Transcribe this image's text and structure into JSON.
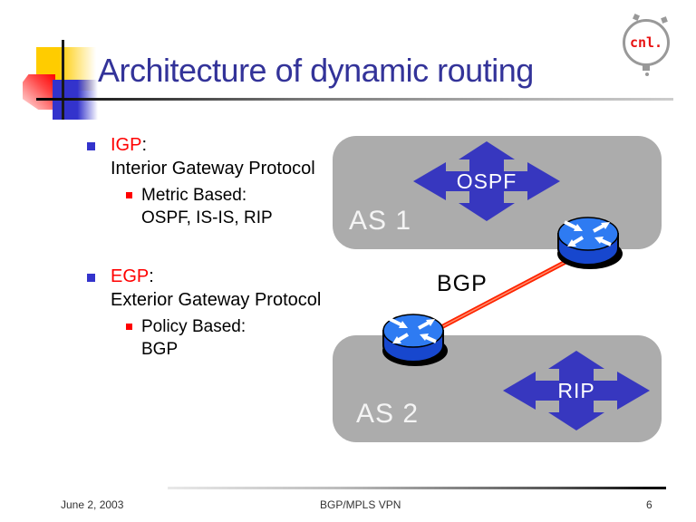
{
  "header": {
    "title": "Architecture of dynamic routing"
  },
  "logo": {
    "text": "cnl."
  },
  "bullets": [
    {
      "term": "IGP",
      "colon": ":",
      "definition": "Interior Gateway Protocol",
      "sub_label": "Metric Based:",
      "sub_detail": "OSPF, IS-IS, RIP"
    },
    {
      "term": "EGP",
      "colon": ":",
      "definition": "Exterior Gateway Protocol",
      "sub_label": "Policy Based:",
      "sub_detail": "BGP"
    }
  ],
  "diagram": {
    "as1_label": "AS 1",
    "as1_protocol": "OSPF",
    "as2_label": "AS 2",
    "as2_protocol": "RIP",
    "link_label": "BGP",
    "colors": {
      "box_gray": "#ACACAC",
      "arrow_blue": "#3737BF",
      "link_red": "#FF2400",
      "router_blue": "#2E7BF2",
      "title_blue": "#333399",
      "accent_red": "#FF0000",
      "bullet_blue": "#3333CC"
    }
  },
  "footer": {
    "date": "June 2, 2003",
    "center": "BGP/MPLS VPN",
    "page": "6"
  }
}
